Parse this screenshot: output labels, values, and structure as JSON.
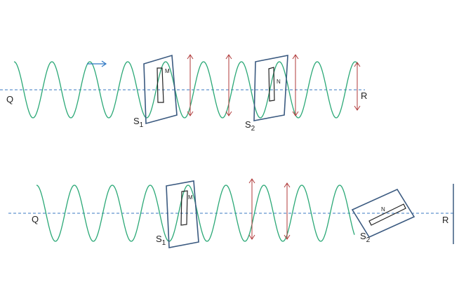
{
  "colors": {
    "wave": "#2aa876",
    "axis": "#3a7ac0",
    "polaroid": "#3b5a80",
    "arrow": "#b03a3a",
    "direction_arrow": "#2f78c4"
  },
  "top": {
    "source_label": "Q",
    "end_label": "R",
    "s1_main": "S",
    "s1_sub": "1",
    "s2_main": "S",
    "s2_sub": "2",
    "m_label": "M",
    "n_label": "N"
  },
  "bottom": {
    "source_label": "Q",
    "end_label": "R",
    "s1_main": "S",
    "s1_sub": "1",
    "s2_main": "S",
    "s2_sub": "2",
    "m_label": "M",
    "n_label": "N"
  }
}
